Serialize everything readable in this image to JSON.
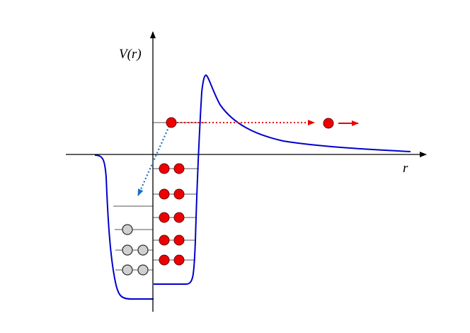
{
  "labels": {
    "y_axis": "V(r)",
    "x_axis": "r"
  },
  "colors": {
    "potential_curve": "#0000cc",
    "electron": "#ee0000",
    "empty_state": "#d0d0d0",
    "tunnel_arrow": "#1a6fc4",
    "escape_arrow": "#ee0000",
    "axis": "#000000",
    "level_line": "#555555"
  },
  "diagram": {
    "left_well_filled_levels": [
      {
        "states": 0
      },
      {
        "states": 1
      },
      {
        "states": 2
      },
      {
        "states": 2
      }
    ],
    "right_well_filled_levels": [
      {
        "electrons": 2
      },
      {
        "electrons": 2
      },
      {
        "electrons": 2
      },
      {
        "electrons": 2
      },
      {
        "electrons": 2
      }
    ],
    "excited_electron": true,
    "escaped_electron": true
  }
}
